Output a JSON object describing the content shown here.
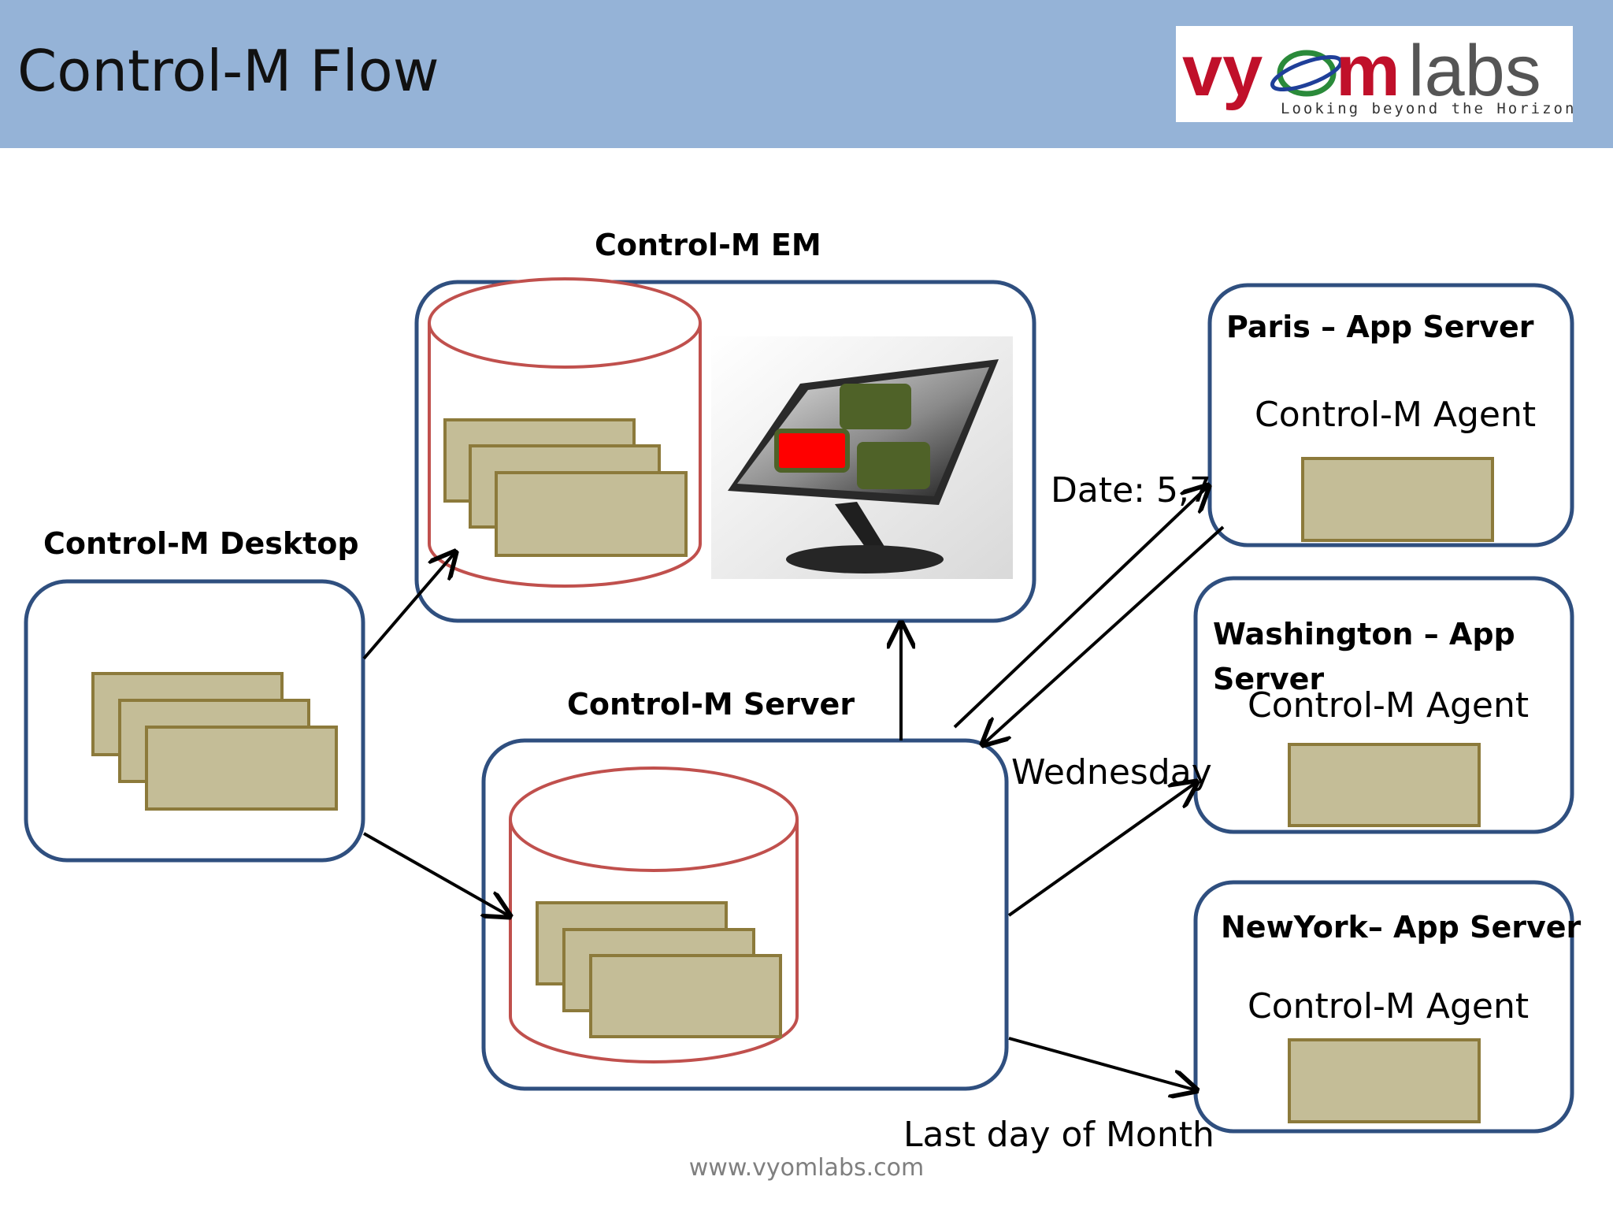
{
  "header": {
    "title": "Control-M Flow",
    "logo": {
      "brand_text": "vyomlabs",
      "tagline": "Looking beyond the Horizon"
    }
  },
  "nodes": {
    "em": {
      "title": "Control-M EM"
    },
    "desktop": {
      "title": "Control-M Desktop"
    },
    "server": {
      "title": "Control-M Server"
    },
    "paris": {
      "title": "Paris – App Server",
      "agent": "Control-M Agent"
    },
    "washington": {
      "title_line1": "Washington – App",
      "title_line2": "Server",
      "agent": "Control-M Agent"
    },
    "newyork": {
      "title": "NewYork– App Server",
      "agent": "Control-M Agent"
    }
  },
  "edge_labels": {
    "paris": "Date: 5,7",
    "washington": "Wednesday",
    "newyork": "Last day of Month"
  },
  "footer": {
    "url": "www.vyomlabs.com"
  },
  "colors": {
    "header_bg": "#95b3d7",
    "box_border": "#2f4f7f",
    "db_border": "#c0504d",
    "job_fill": "#c4bd97",
    "job_border": "#8c7a3b",
    "monitor_alert": "#ff0000",
    "monitor_tile": "#4f6228"
  }
}
